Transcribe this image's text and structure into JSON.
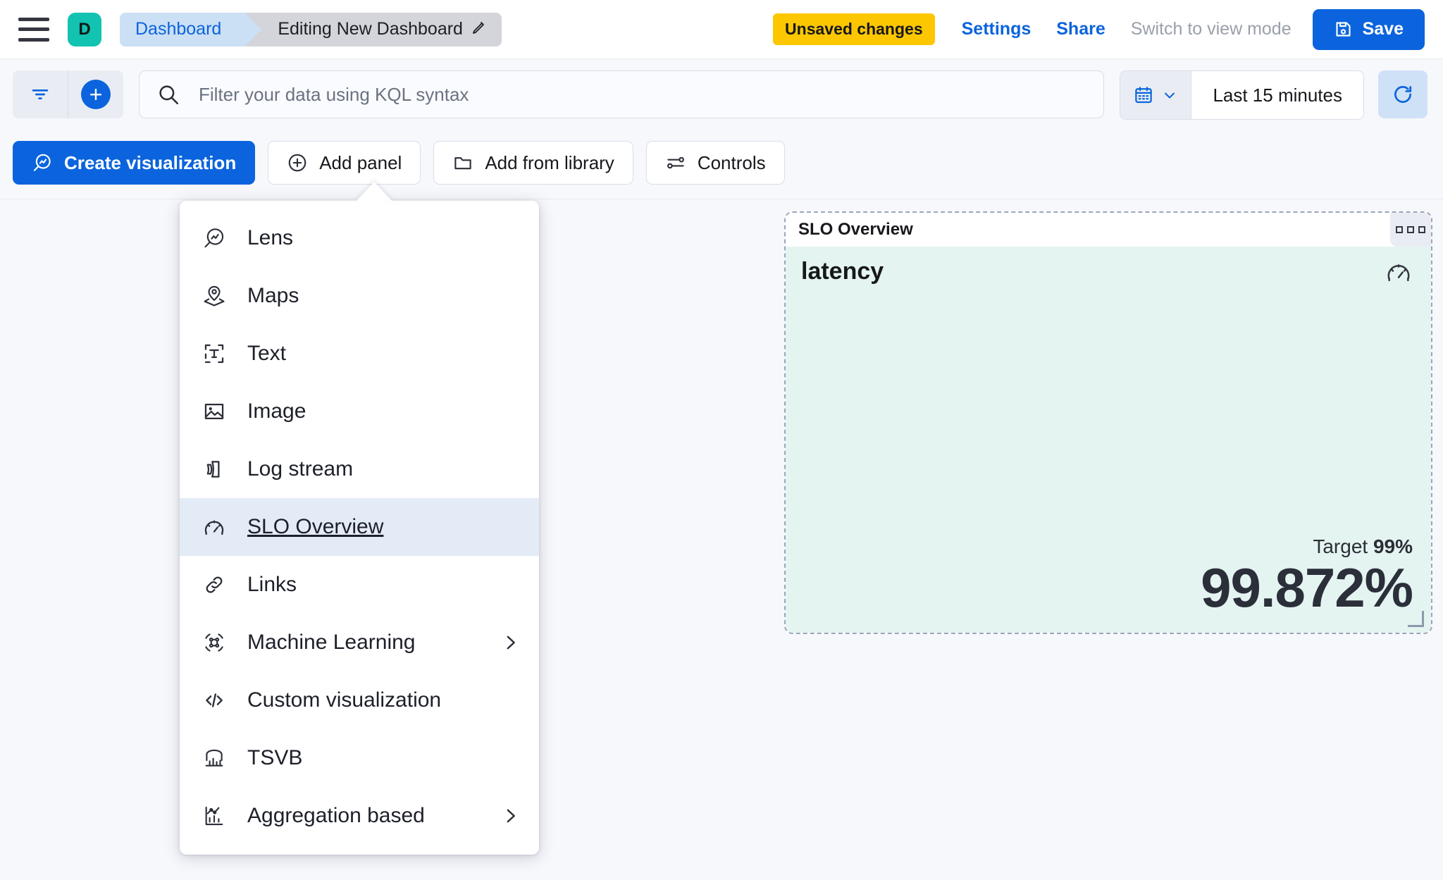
{
  "header": {
    "menu_icon": "hamburger-icon",
    "space_avatar": "D",
    "breadcrumb_home": "Dashboard",
    "breadcrumb_current": "Editing New Dashboard",
    "edit_icon": "pencil-icon",
    "unsaved_badge": "Unsaved changes",
    "settings_link": "Settings",
    "share_link": "Share",
    "view_mode_link": "Switch to view mode",
    "save_label": "Save",
    "save_icon": "save-disk-icon"
  },
  "querybar": {
    "filter_icon": "filter-icon",
    "add_filter_icon": "add-filter-plus-icon",
    "search_icon": "search-icon",
    "placeholder": "Filter your data using KQL syntax",
    "value": "",
    "calendar_icon": "calendar-icon",
    "calendar_chevron": "chevron-down-icon",
    "time_range": "Last 15 minutes",
    "refresh_icon": "refresh-icon"
  },
  "toolbar": {
    "buttons": [
      {
        "label": "Create visualization",
        "icon": "lens-icon",
        "primary": true
      },
      {
        "label": "Add panel",
        "icon": "plus-circle-icon",
        "primary": false
      },
      {
        "label": "Add from library",
        "icon": "folder-icon",
        "primary": false
      },
      {
        "label": "Controls",
        "icon": "controls-icon",
        "primary": false
      }
    ]
  },
  "add_panel_menu": {
    "open": true,
    "items": [
      {
        "label": "Lens",
        "icon": "lens-icon",
        "selected": false,
        "submenu": false
      },
      {
        "label": "Maps",
        "icon": "map-marker-icon",
        "selected": false,
        "submenu": false
      },
      {
        "label": "Text",
        "icon": "text-box-icon",
        "selected": false,
        "submenu": false
      },
      {
        "label": "Image",
        "icon": "image-icon",
        "selected": false,
        "submenu": false
      },
      {
        "label": "Log stream",
        "icon": "log-stream-icon",
        "selected": false,
        "submenu": false
      },
      {
        "label": "SLO Overview",
        "icon": "gauge-icon",
        "selected": true,
        "submenu": false
      },
      {
        "label": "Links",
        "icon": "link-icon",
        "selected": false,
        "submenu": false
      },
      {
        "label": "Machine Learning",
        "icon": "ml-icon",
        "selected": false,
        "submenu": true
      },
      {
        "label": "Custom visualization",
        "icon": "code-icon",
        "selected": false,
        "submenu": false
      },
      {
        "label": "TSVB",
        "icon": "tsvb-icon",
        "selected": false,
        "submenu": false
      },
      {
        "label": "Aggregation based",
        "icon": "agg-chart-icon",
        "selected": false,
        "submenu": true
      }
    ]
  },
  "slo_panel": {
    "title": "SLO Overview",
    "context_menu_icon": "panel-context-menu-icon",
    "slo_name": "latency",
    "gauge_icon": "gauge-icon",
    "target_label": "Target",
    "target_value": "99%",
    "sli_value": "99.872%",
    "background_color": "#E4F4F1",
    "resize_handle_icon": "resize-handle-icon"
  },
  "colors": {
    "accent_blue": "#0B64DD",
    "warning_yellow": "#FDC700",
    "space_teal": "#13C3B1",
    "panel_mint": "#E4F4F1",
    "menu_selected": "#E3EBF7"
  }
}
